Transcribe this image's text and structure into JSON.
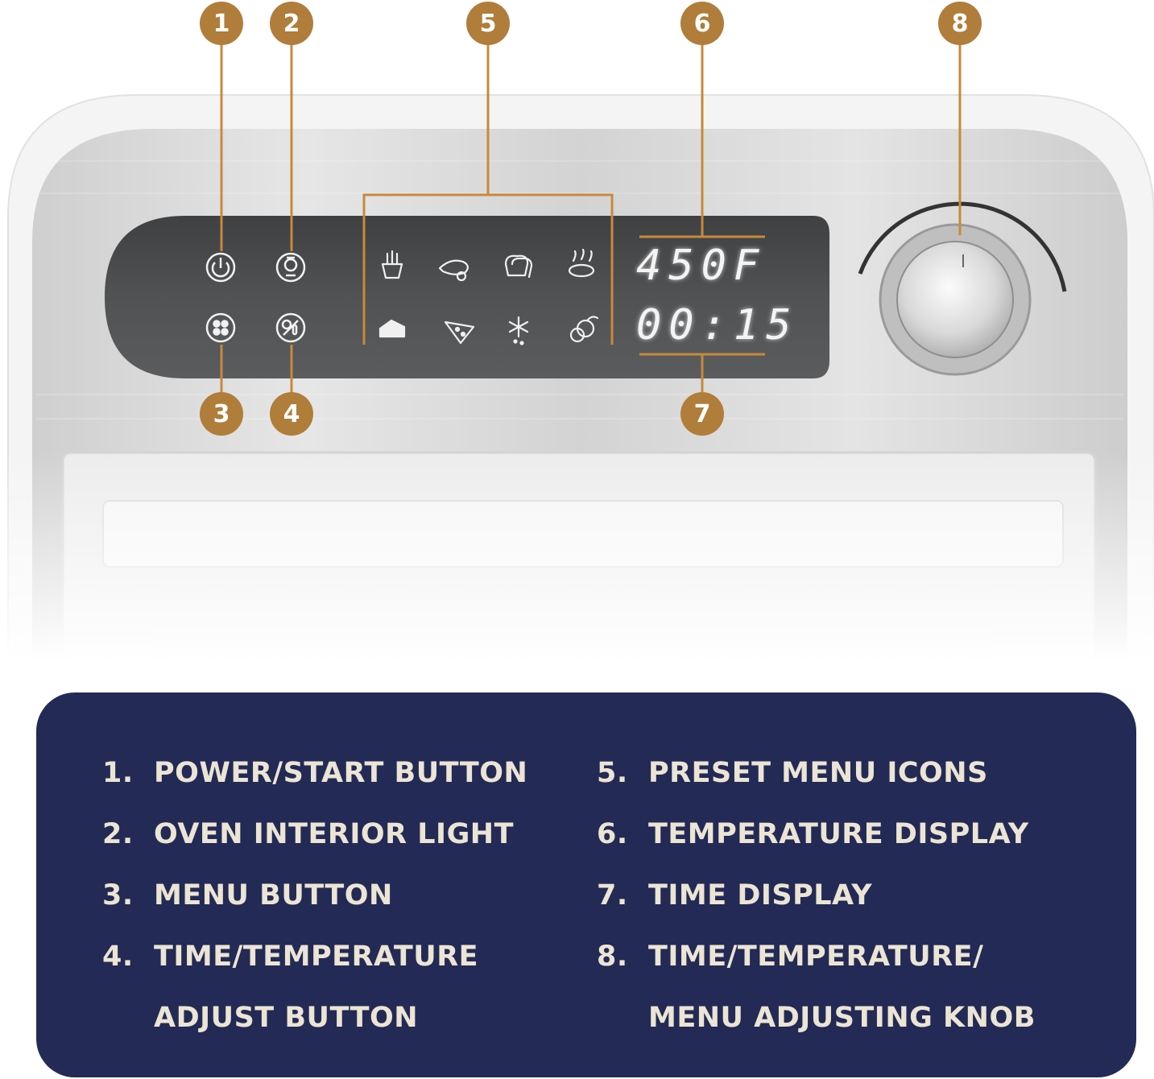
{
  "colors": {
    "badge": "#b07d3a",
    "callout_line": "#c9893a",
    "legend_bg": "#222a55",
    "legend_text": "#ece4d4",
    "panel_dark": "#4b4d4f",
    "steel": "#d9d9d9"
  },
  "callouts": [
    {
      "number": "1"
    },
    {
      "number": "2"
    },
    {
      "number": "3"
    },
    {
      "number": "4"
    },
    {
      "number": "5"
    },
    {
      "number": "6"
    },
    {
      "number": "7"
    },
    {
      "number": "8"
    }
  ],
  "panel": {
    "buttons": [
      {
        "icon": "power-icon"
      },
      {
        "icon": "light-bulb-icon"
      },
      {
        "icon": "menu-dots-icon"
      },
      {
        "icon": "time-temperature-icon"
      }
    ],
    "preset_icons": [
      "fries-icon",
      "chicken-wing-icon",
      "toast-icon",
      "steak-icon",
      "cake-icon",
      "pizza-icon",
      "defrost-snowflake-icon",
      "dehydrate-fruit-icon"
    ],
    "temperature_display": "450F",
    "time_display": "00:15",
    "knob_icon": "adjust-knob-icon"
  },
  "legend": {
    "left": [
      {
        "num": "1.",
        "lines": [
          "POWER/START BUTTON"
        ]
      },
      {
        "num": "2.",
        "lines": [
          "OVEN INTERIOR LIGHT"
        ]
      },
      {
        "num": "3.",
        "lines": [
          "MENU BUTTON"
        ]
      },
      {
        "num": "4.",
        "lines": [
          "TIME/TEMPERATURE",
          "ADJUST BUTTON"
        ]
      }
    ],
    "right": [
      {
        "num": "5.",
        "lines": [
          "PRESET MENU ICONS"
        ]
      },
      {
        "num": "6.",
        "lines": [
          "TEMPERATURE DISPLAY"
        ]
      },
      {
        "num": "7.",
        "lines": [
          "TIME DISPLAY"
        ]
      },
      {
        "num": "8.",
        "lines": [
          "TIME/TEMPERATURE/",
          "MENU ADJUSTING KNOB"
        ]
      }
    ]
  }
}
